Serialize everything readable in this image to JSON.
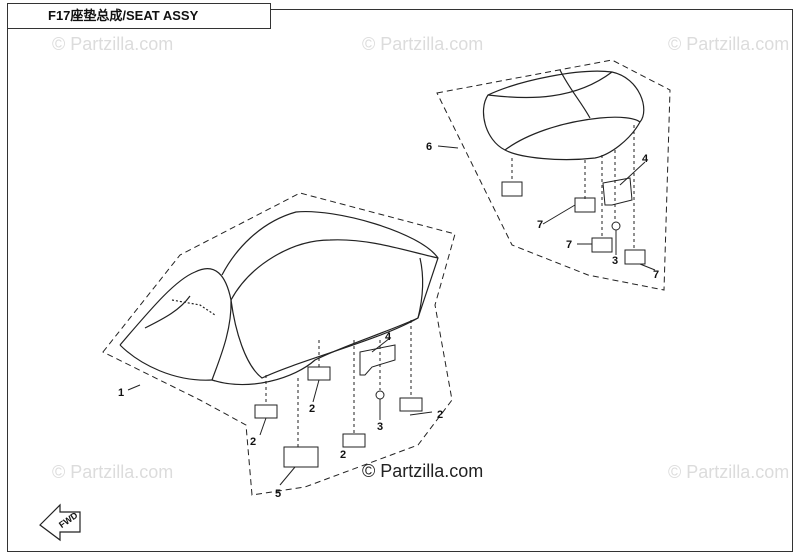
{
  "title": "F17座垫总成/SEAT ASSY",
  "watermark": "© Partzilla.com",
  "copyright": "© Partzilla.com",
  "fwd_label": "FWD",
  "callouts": {
    "c1": "1",
    "c2a": "2",
    "c2b": "2",
    "c2c": "2",
    "c2d": "2",
    "c3a": "3",
    "c3b": "3",
    "c4a": "4",
    "c4b": "4",
    "c5": "5",
    "c6": "6",
    "c7a": "7",
    "c7b": "7",
    "c7c": "7"
  }
}
